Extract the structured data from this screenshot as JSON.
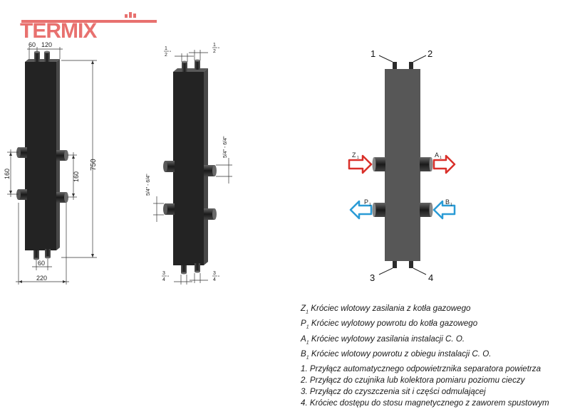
{
  "brand": {
    "logo_text": "TERMIX",
    "color": "#e8716f"
  },
  "drawing1": {
    "dim_top_left": "60",
    "dim_top_right": "120",
    "dim_height": "750",
    "dim_spacing_left": "160",
    "dim_spacing_right": "160",
    "dim_bottom_inner": "60",
    "dim_bottom_total": "220"
  },
  "drawing2": {
    "top_left_num": "1",
    "top_left_den": "2",
    "top_right_num": "1",
    "top_right_den": "2",
    "side_label_right": "5/4\" - 6/4\"",
    "side_label_left": "5/4\" - 6/4\"",
    "bottom_left_num": "3",
    "bottom_left_den": "4",
    "bottom_right_num": "3",
    "bottom_right_den": "4",
    "inch_mark": "\""
  },
  "drawing3": {
    "label_1": "1",
    "label_2": "2",
    "label_3": "3",
    "label_4": "4",
    "z_letter": "Z",
    "a_letter": "A",
    "p_letter": "P",
    "b_letter": "B",
    "sub": "1",
    "hot_color": "#d9302a",
    "cold_color": "#2a9bd6"
  },
  "legend": {
    "items": [
      {
        "letter": "Z",
        "sub": "1",
        "text": "Króciec wlotowy zasilania z kotła gazowego"
      },
      {
        "letter": "P",
        "sub": "1",
        "text": "Króciec wylotowy powrotu do kotła gazowego"
      },
      {
        "letter": "A",
        "sub": "1",
        "text": "Króciec wylotowy zasilania instalacji C. O."
      },
      {
        "letter": "B",
        "sub": "1",
        "text": " Króciec wlotowy powrotu z obiegu instalacji C. O."
      },
      {
        "letter": "1.",
        "sub": "",
        "text": "Przyłącz automatycznego odpowietrznika separatora powietrza"
      },
      {
        "letter": "2.",
        "sub": "",
        "text": "Przyłącz do czujnika lub kolektora pomiaru poziomu cieczy"
      },
      {
        "letter": "3.",
        "sub": "",
        "text": "Przyłącz do czyszczenia sit i części odmulającej"
      },
      {
        "letter": "4.",
        "sub": "",
        "text": "Króciec dostępu do stosu magnetycznego z zaworem spustowym"
      }
    ]
  }
}
